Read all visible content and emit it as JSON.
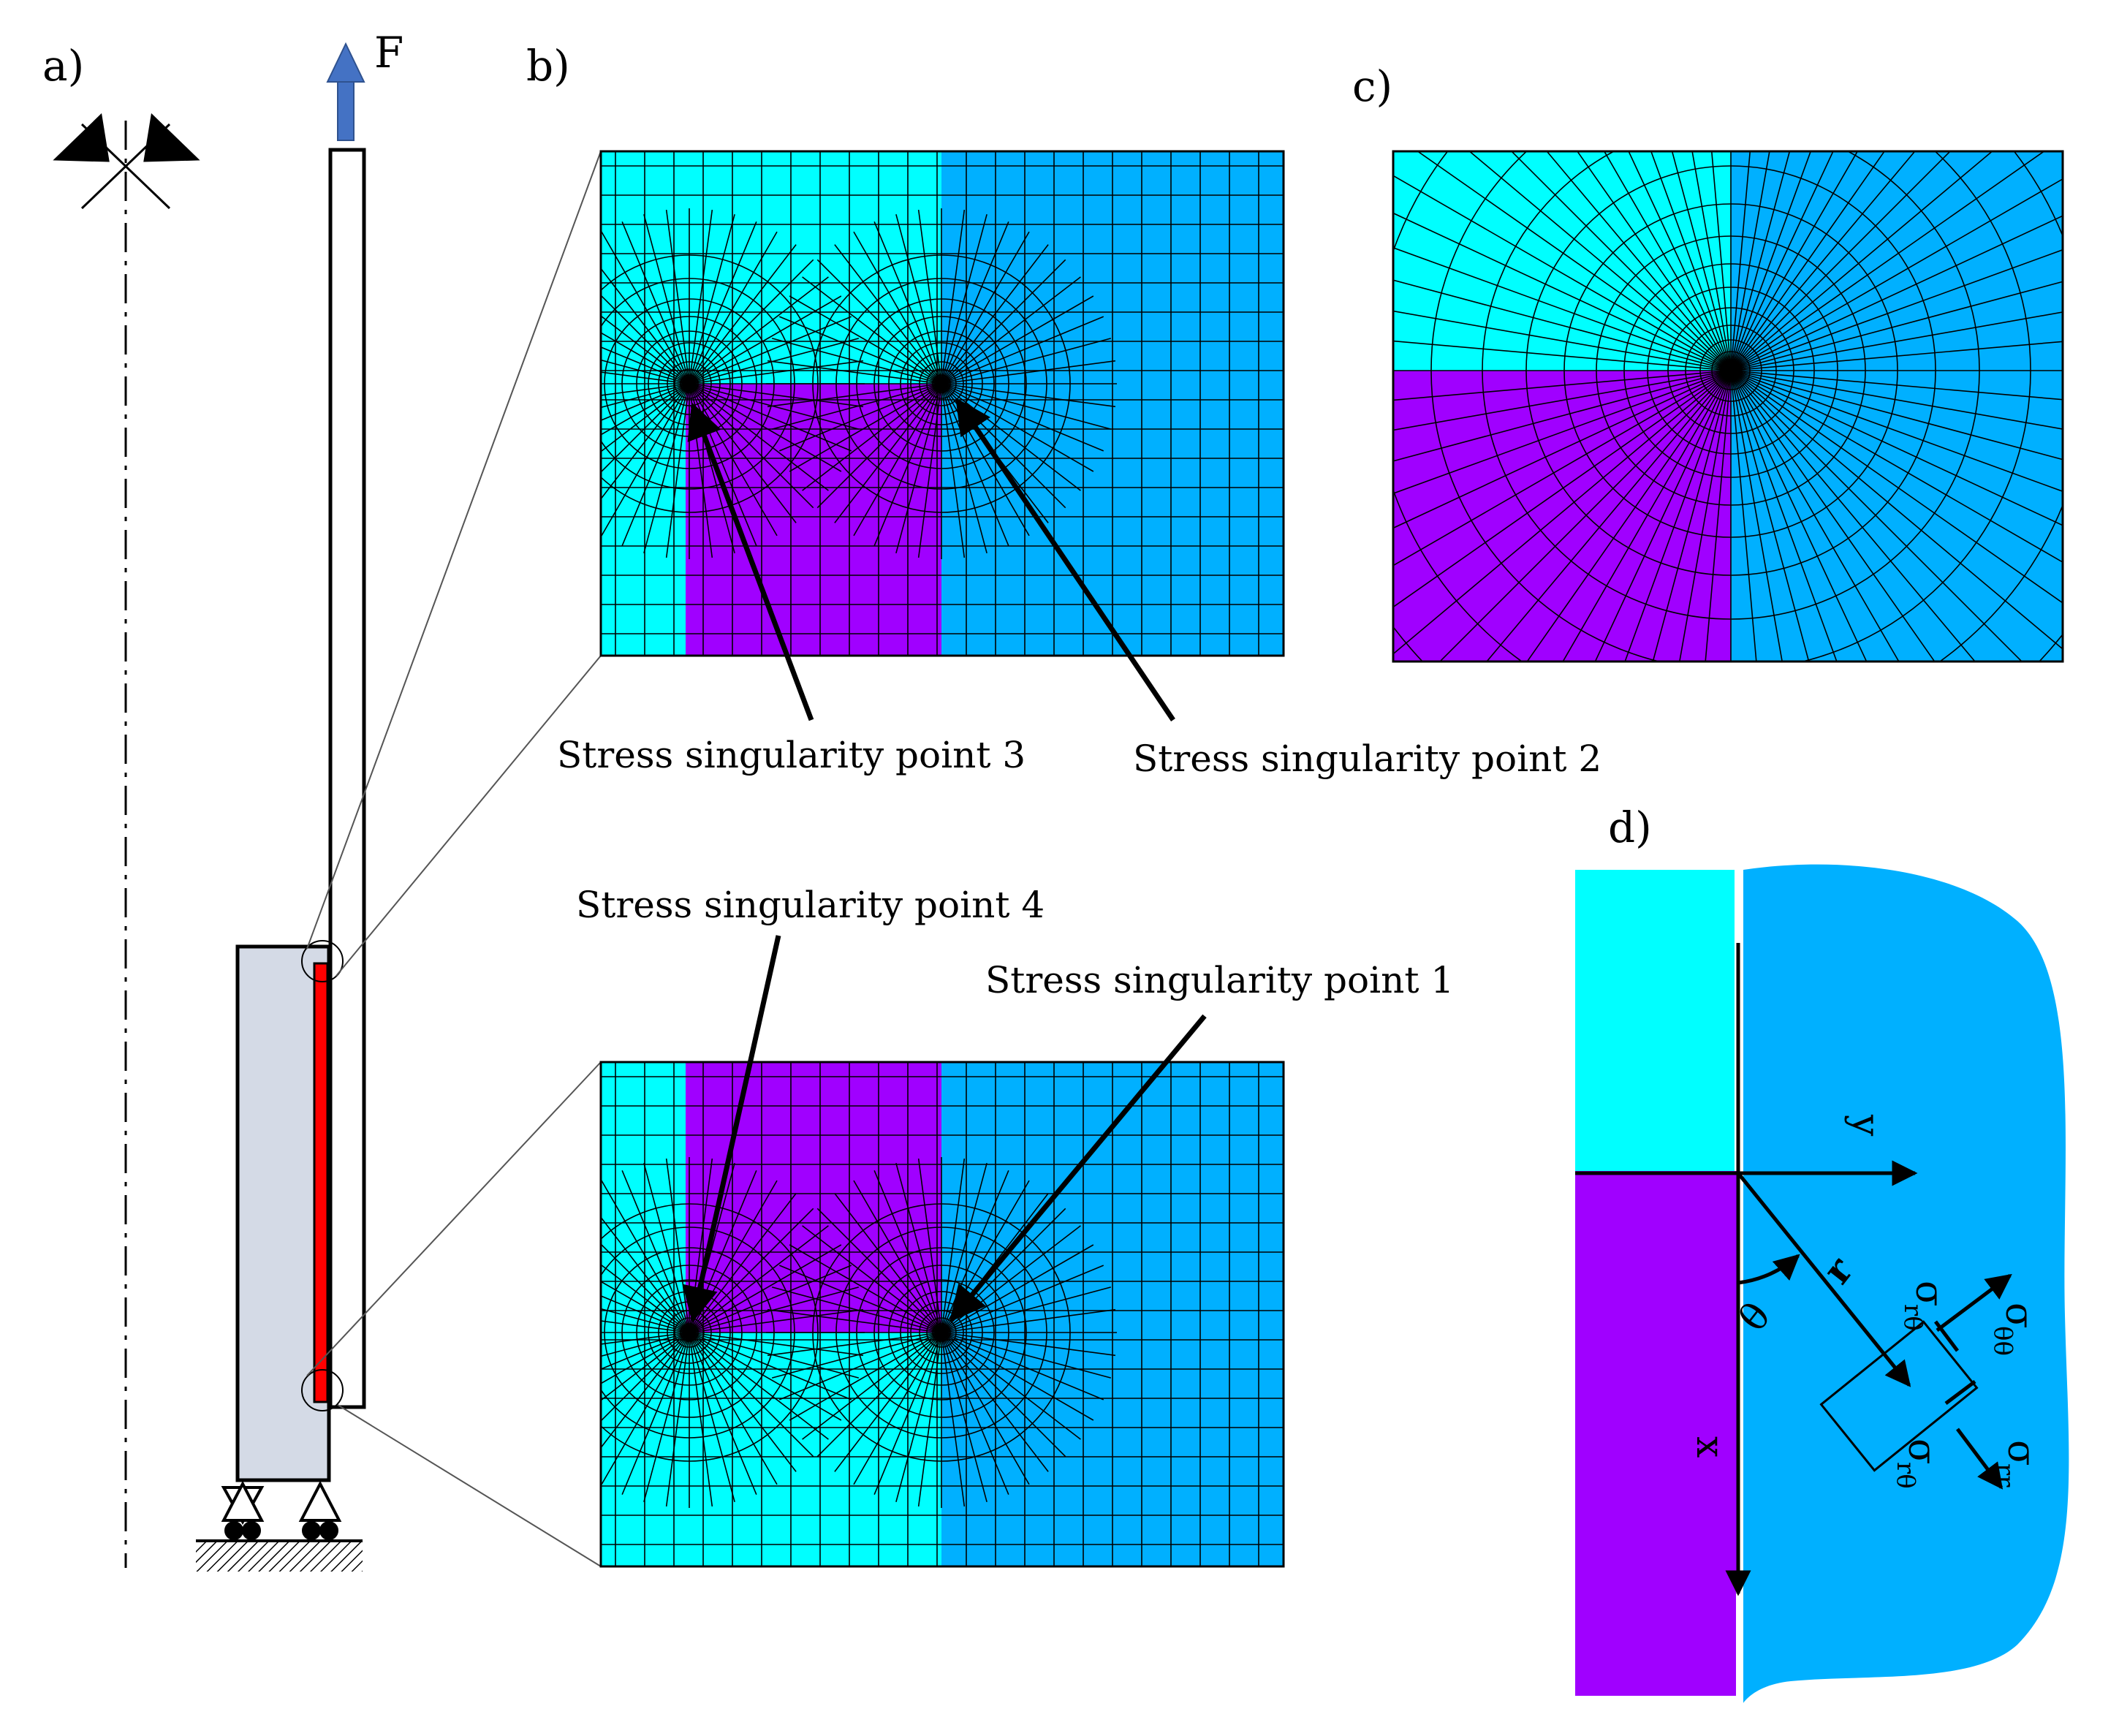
{
  "panels": {
    "a": "a)",
    "b": "b)",
    "c": "c)",
    "d": "d)"
  },
  "load": {
    "force_label": "F"
  },
  "callouts": {
    "p1": "Stress singularity point 1",
    "p2": "Stress singularity point 2",
    "p3": "Stress singularity point 3",
    "p4": "Stress singularity point 4"
  },
  "coords": {
    "x_axis": "x",
    "y_axis": "y",
    "r": "r",
    "theta": "θ",
    "sigma": "σ",
    "sub_rtheta": "rθ",
    "sub_thetatheta": "θθ",
    "sub_rr": "rr"
  },
  "colors": {
    "adherend_cyan": "#00FFFF",
    "adhesive_purple": "#A000FF",
    "substrate_blue": "#00B0FF",
    "support_gray": "#D4DAE6",
    "adhesive_red": "#FF0000",
    "force_arrow": "#4472C4"
  }
}
